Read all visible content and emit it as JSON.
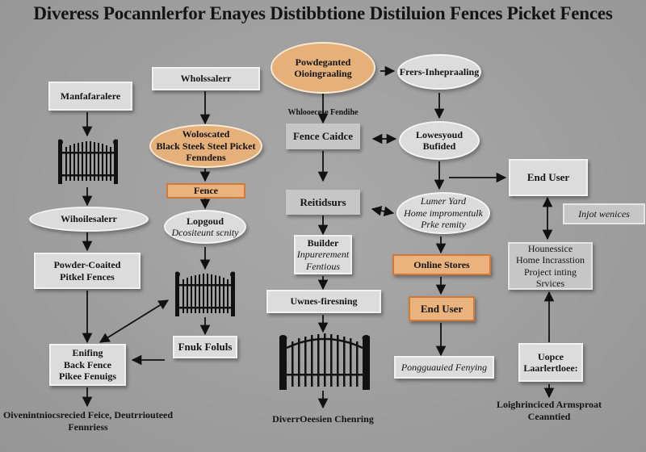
{
  "title": "Diveress Pocannlerfor Enayes Distibbtione Distiluion Fences Picket Fences",
  "nodes": {
    "manufacturer": "Manfafaralere",
    "wholesaler_left": "Wihoilesalerr",
    "powder_coated": [
      "Powder-Coaited",
      "Pitkel Fences"
    ],
    "ending_back_fence": [
      "Enifing",
      "Back Fence",
      "Pikee Fenuigs"
    ],
    "left_bottom_caption": [
      "Oivenintniocsrecied Feice, Deutrriouteed",
      "Fennriess"
    ],
    "wholesaler_top": "Wholssalerr",
    "wholesaled_black_steel": [
      "Woloscated",
      "Black Steek Steel Picket",
      "Fenndens"
    ],
    "fence_tag": "Fence",
    "lopgoud": [
      "Lopgoud",
      "Dcositeunt scnity"
    ],
    "fnuk_foluls": "Fnuk Foluls",
    "powdeganted": [
      "Powdeganted",
      "Oioingraaling"
    ],
    "wholesale_fendihe_caption": "Whlooecese Fendihe",
    "fence_caidce": "Fence Caidce",
    "reitidsurs": "Reitidsurs",
    "builder": [
      "Builder",
      "Inpurerement",
      "Fentious"
    ],
    "uwnes_firesning": "Uwnes-firesning",
    "center_bottom_caption": "DiverrOeesien Chenring",
    "fres_inhepraaling": "Frers-Inhepraaling",
    "lowesyoud": [
      "Lowesyoud",
      "Bufided"
    ],
    "lumber_yard": [
      "Lumer Yard",
      "Home impromentulk",
      "Prke remity"
    ],
    "online_stores": "Online Stores",
    "end_user_orange": "End User",
    "pongguauied": "Pongguauied Fenying",
    "end_user_top": "End User",
    "injot_wenices": "Injot wenices",
    "home_services": [
      "Hounessice",
      "Home Incrasstion",
      "Project inting",
      "Srvices"
    ],
    "uopce": [
      "Uopce",
      "Laarlertloee:"
    ],
    "right_bottom_caption": [
      "Loighrinciced Armsproat",
      "Ceanntied"
    ]
  },
  "colors": {
    "background": "#a3a3a3",
    "box_fill": "#dcdcdc",
    "orange_fill": "#eab37d",
    "orange_border": "#d07a3a",
    "text": "#141414"
  }
}
